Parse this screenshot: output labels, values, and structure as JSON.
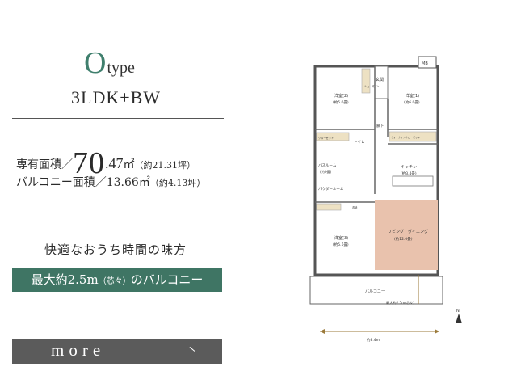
{
  "plan_type": {
    "letter": "O",
    "word": "type"
  },
  "layout_name": "3LDK+BW",
  "areas": {
    "exclusive_label": "専有面積／",
    "exclusive_int": "70",
    "exclusive_dec": ".47",
    "exclusive_unit": "㎡",
    "exclusive_tsubo": "（約21.31坪）",
    "balcony_label": "バルコニー面積／",
    "balcony_value": "13.66㎡",
    "balcony_tsubo": "（約4.13坪）"
  },
  "catchphrase": "快適なおうち時間の味方",
  "balcony_badge": {
    "pre": "最大約2.5m",
    "paren": "（芯々）",
    "post": "のバルコニー"
  },
  "more_button": {
    "label": "more"
  },
  "floorplan": {
    "rooms": {
      "entrance": "玄関",
      "shoes": "シューズイン",
      "western1_name": "洋室(1)",
      "western1_size": "(約6.0畳)",
      "western2_name": "洋室(2)",
      "western2_size": "(約5.0畳)",
      "western3_name": "洋室(3)",
      "western3_size": "(約5.1畳)",
      "hall": "廊下",
      "toilet": "トイレ",
      "bath_name": "バスルーム",
      "bath_size": "(約0畳)",
      "kitchen_name": "キッチン",
      "kitchen_size": "(約3.4畳)",
      "powder": "パウダールーム",
      "ldk_name": "リビング・ダイニング",
      "ldk_size": "(約12.0畳)",
      "closet": "クローゼット",
      "walkin": "ウォークインクローゼット",
      "storage": "収納",
      "balcony": "バルコニー",
      "mb": "MB",
      "balcony_depth": "最大約2.5m(芯々)",
      "width_dim": "約8.4m"
    },
    "compass": "N"
  },
  "colors": {
    "accent": "#3f7564",
    "button": "#5b5b5b",
    "ldk_floor": "#e9c2ad",
    "closet_fill": "#ede1c3"
  }
}
